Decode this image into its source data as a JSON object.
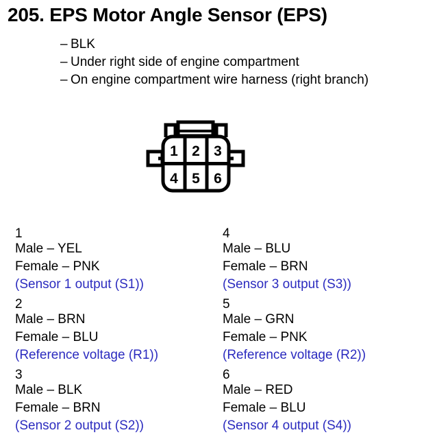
{
  "page": {
    "title": "205.  EPS Motor Angle Sensor (EPS)",
    "bullets": [
      "BLK",
      "Under right side of engine compartment",
      "On engine compartment wire harness (right branch)"
    ],
    "dash": "–"
  },
  "connector": {
    "name": "6-way connector",
    "rows": 2,
    "columns": 3,
    "pin_numbers": [
      "1",
      "2",
      "3",
      "4",
      "5",
      "6"
    ]
  },
  "colors": {
    "note_blue": "#2b2bbf",
    "line_black": "#000000",
    "background": "#ffffff"
  },
  "pins": {
    "left": [
      {
        "index": "1",
        "male": "Male – YEL",
        "female": "Female – PNK",
        "note": "(Sensor 1 output (S1))"
      },
      {
        "index": "2",
        "male": "Male – BRN",
        "female": "Female – BLU",
        "note": "(Reference voltage (R1))"
      },
      {
        "index": "3",
        "male": "Male – BLK",
        "female": "Female – BRN",
        "note": "(Sensor 2 output (S2))"
      }
    ],
    "right": [
      {
        "index": "4",
        "male": "Male – BLU",
        "female": "Female – BRN",
        "note": "(Sensor 3 output (S3))"
      },
      {
        "index": "5",
        "male": "Male – GRN",
        "female": "Female – PNK",
        "note": "(Reference voltage (R2))"
      },
      {
        "index": "6",
        "male": "Male – RED",
        "female": "Female – BLU",
        "note": "(Sensor 4 output (S4))"
      }
    ]
  }
}
